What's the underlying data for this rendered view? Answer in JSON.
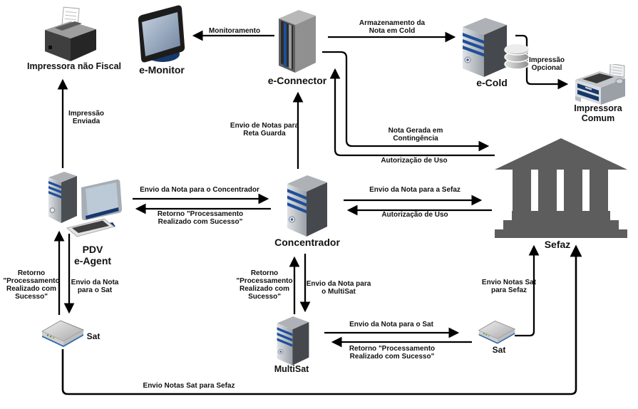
{
  "nodes": {
    "impressora_nao_fiscal": "Impressora não Fiscal",
    "e_monitor": "e-Monitor",
    "e_connector": "e-Connector",
    "e_cold": "e-Cold",
    "impressora_comum": "Impressora Comum",
    "pdv": "PDV\ne-Agent",
    "concentrador": "Concentrador",
    "sefaz": "Sefaz",
    "sat_left": "Sat",
    "multisat": "MultiSat",
    "sat_right": "Sat"
  },
  "edges": {
    "monitoramento": "Monitoramento",
    "armazenamento_cold": "Armazenamento da\nNota em Cold",
    "impressao_opcional": "Impressão\nOpcional",
    "impressao_enviada": "Impressão\nEnviada",
    "envio_reta_guarda": "Envio de Notas para\nReta Guarda",
    "nota_contingencia": "Nota Gerada em\nContingência",
    "autorizacao_uso_sup": "Autorização de Uso",
    "envio_nota_concentrador": "Envio da Nota para o Concentrador",
    "retorno_processamento_pdv": "Retorno \"Processamento\nRealizado com Sucesso\"",
    "envio_nota_sefaz": "Envio da Nota para a Sefaz",
    "autorizacao_uso": "Autorização de Uso",
    "retorno_processamento_sat_left": "Retorno\n\"Processamento\nRealizado com\nSucesso\"",
    "envio_nota_sat_left": "Envio da Nota\npara o Sat",
    "retorno_processamento_multisat": "Retorno\n\"Processamento\nRealizado com\nSucesso\"",
    "envio_nota_multisat": "Envio da Nota para\no MultiSat",
    "envio_nota_sat_right": "Envio da Nota para o Sat",
    "retorno_processamento_sat_right": "Retorno \"Processamento\nRealizado com Sucesso\"",
    "envio_notas_sat_sefaz_right": "Envio Notas Sat\npara Sefaz",
    "envio_notas_sat_sefaz_bottom": "Envio Notas Sat para Sefaz"
  },
  "icons": {
    "impressora_nao_fiscal": "receipt-printer-icon",
    "e_monitor": "monitor-icon",
    "e_connector": "server-tower-icon",
    "e_cold": "server-database-icon",
    "impressora_comum": "laser-printer-icon",
    "pdv": "desktop-computer-icon",
    "concentrador": "server-icon",
    "sefaz": "government-building-icon",
    "sat_left": "sat-box-icon",
    "multisat": "server-icon",
    "sat_right": "sat-box-icon"
  },
  "colors": {
    "line": "#000000",
    "accent_blue": "#1e4f9c",
    "navy": "#16386b",
    "building_gray": "#5d5d5d",
    "screen_blue": "#bcc9d6",
    "background": "#ffffff"
  }
}
